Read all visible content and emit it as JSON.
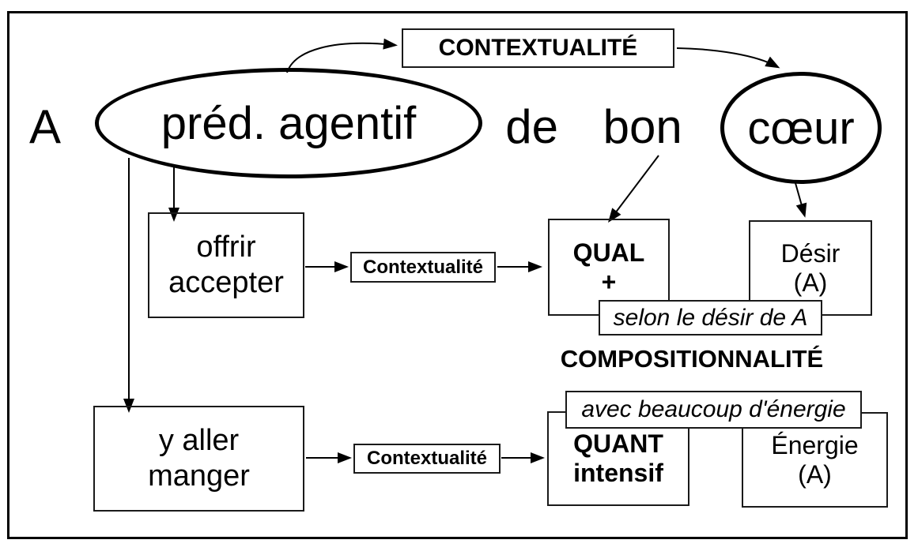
{
  "sentence": {
    "subject": "A",
    "predicate": "préd. agentif",
    "middle": "de bon",
    "noun": "cœur"
  },
  "top_label": "CONTEXTUALITÉ",
  "comp_label": "COMPOSITIONNALITÉ",
  "qual_row": {
    "examples": "offrir\naccepter",
    "context": "Contextualité",
    "operator": "QUAL\n+",
    "component": "Désir\n(A)",
    "gloss": "selon le désir de A"
  },
  "quant_row": {
    "examples": "y aller\nmanger",
    "context": "Contextualité",
    "operator": "QUANT\nintensif",
    "component": "Énergie\n(A)",
    "gloss": "avec beaucoup d'énergie"
  },
  "colors": {
    "ink": "#000000",
    "paper": "#ffffff"
  }
}
